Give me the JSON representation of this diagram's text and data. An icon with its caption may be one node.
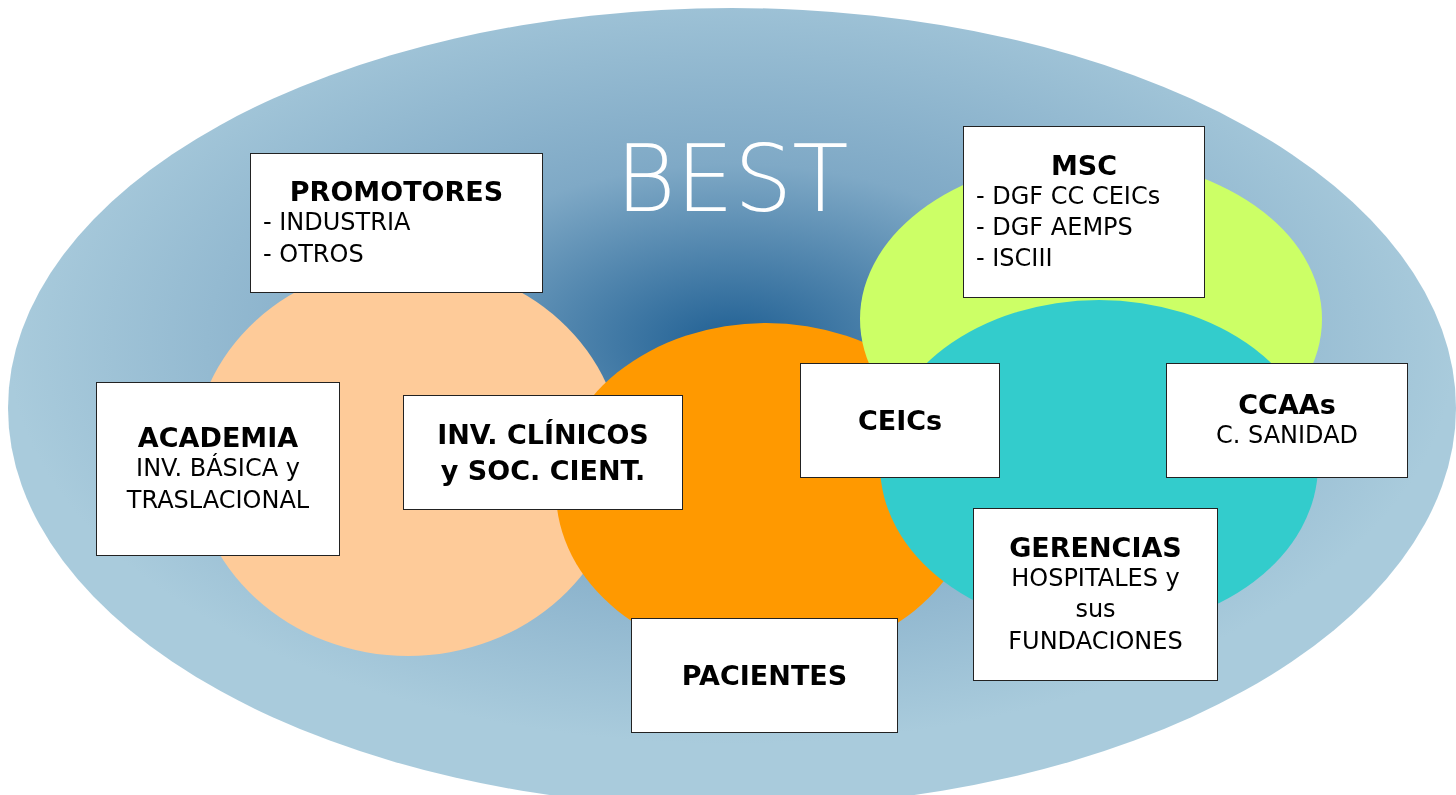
{
  "diagram": {
    "nodes": [
      {
        "text": [
          "BEST"
        ]
      },
      {
        "text": [],
        "shape": "circle",
        "in": 0
      },
      {
        "text": [],
        "shape": "circle",
        "in": 0
      },
      {
        "text": [],
        "shape": "circle",
        "in": 0
      },
      {
        "text": [],
        "shape": "circle",
        "in": 0
      },
      {
        "text": [
          "MSC",
          "- DGF CC CEICs",
          "- DGF AEMPS",
          "- ISCIII"
        ],
        "in": 0
      },
      {
        "text": [
          "PROMOTORES",
          "- INDUSTRIA",
          "- OTROS"
        ],
        "in": 0
      },
      {
        "text": [
          "CEICs"
        ],
        "in": 0
      },
      {
        "text": [
          "CCAAs",
          "C. SANIDAD"
        ],
        "in": 0
      },
      {
        "text": [
          "ACADEMIA",
          "INV. BÁSICA y TRASLACIONAL"
        ],
        "in": 0
      },
      {
        "text": [
          "INV. CLÍNICOS y SOC. CIENT."
        ],
        "in": 0
      },
      {
        "text": [
          "GERENCIAS",
          "HOSPITALES y sus FUNDACIONES"
        ],
        "in": 0
      },
      {
        "text": [
          "PACIENTES"
        ],
        "in": 0
      }
    ],
    "edges": []
  }
}
